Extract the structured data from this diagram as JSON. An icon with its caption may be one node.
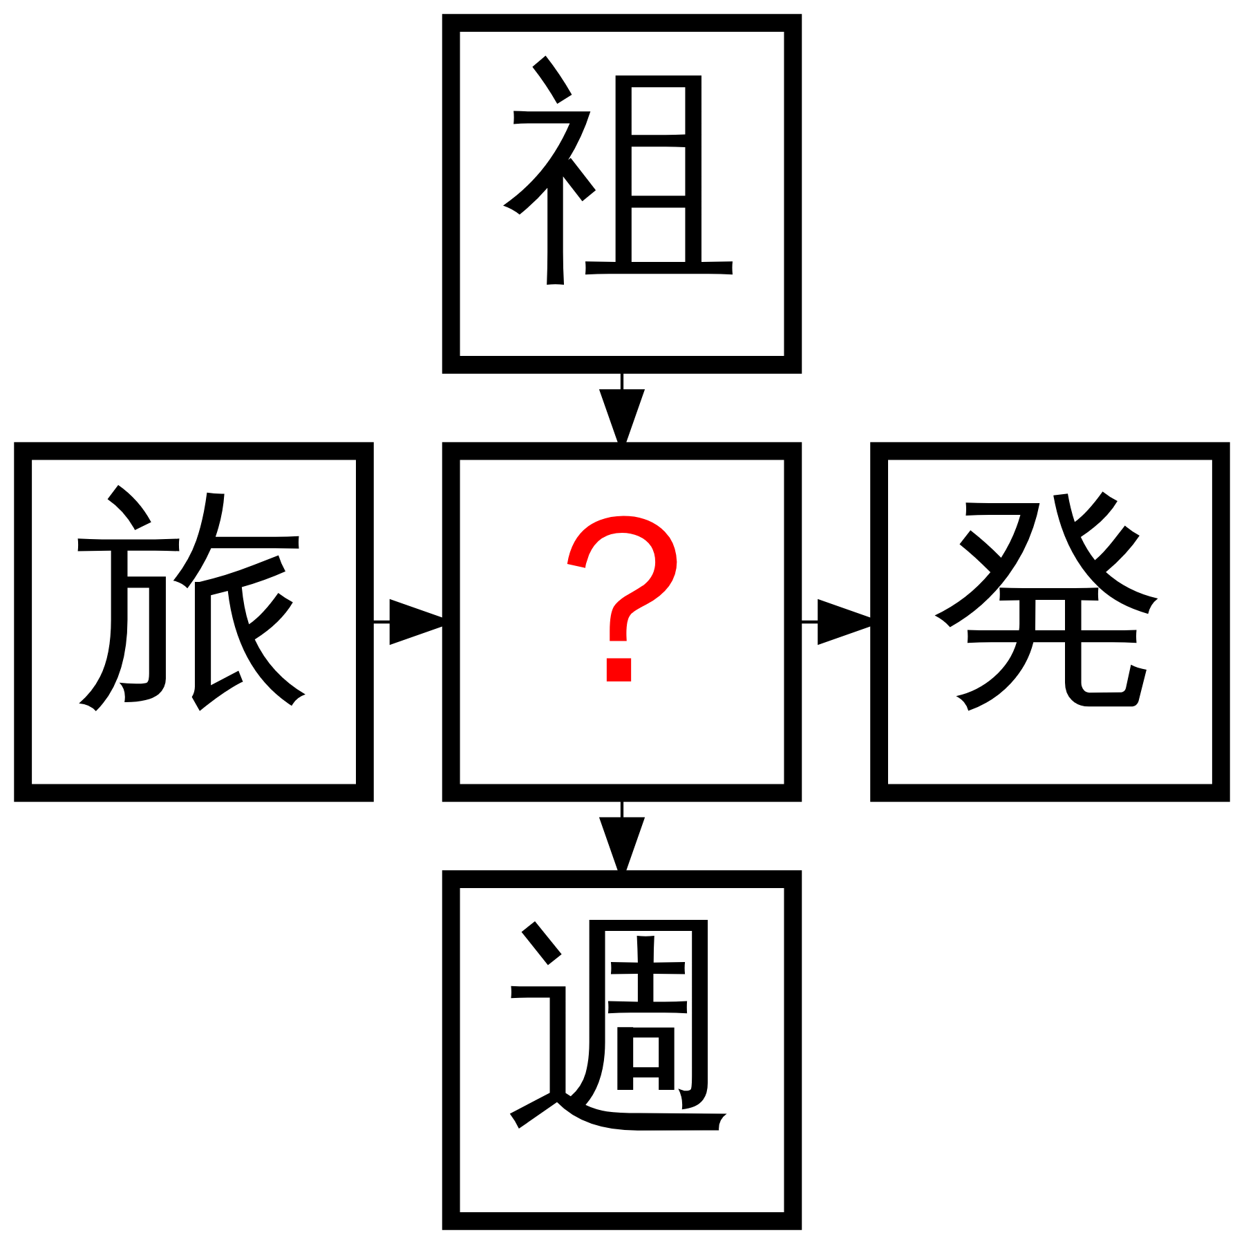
{
  "diagram": {
    "nodes": [
      {
        "text": [
          "祖"
        ]
      },
      {
        "text": [
          "旅"
        ]
      },
      {
        "text": [
          "？"
        ]
      },
      {
        "text": [
          "発"
        ]
      },
      {
        "text": [
          "週"
        ]
      }
    ],
    "edges": [
      {
        "from": 0,
        "to": 2,
        "arrow": "to"
      },
      {
        "from": 1,
        "to": 2,
        "arrow": "to"
      },
      {
        "from": 2,
        "to": 3,
        "arrow": "to"
      },
      {
        "from": 2,
        "to": 4,
        "arrow": "to"
      }
    ]
  }
}
